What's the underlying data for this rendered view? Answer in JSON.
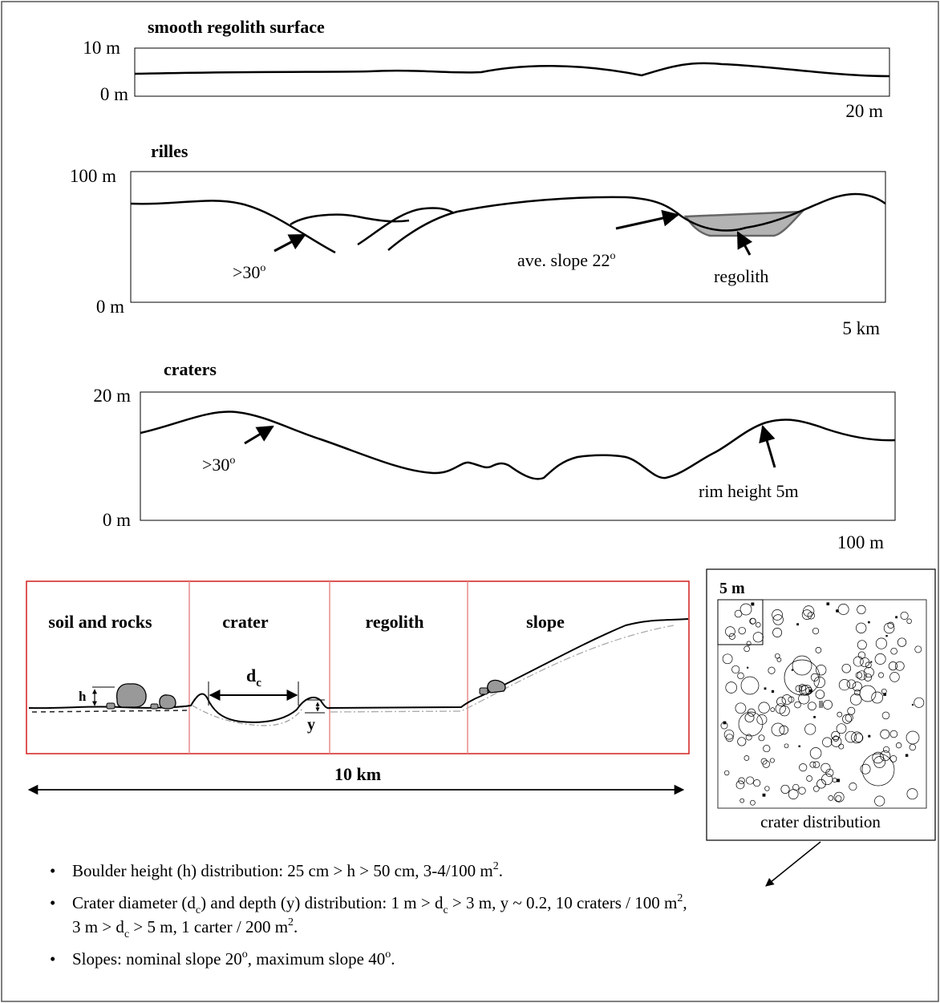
{
  "panels": {
    "smooth": {
      "title": "smooth regolith surface",
      "y_top": "10 m",
      "y_bottom": "0 m",
      "x_end": "20 m"
    },
    "rilles": {
      "title": "rilles",
      "y_top": "100 m",
      "y_bottom": "0 m",
      "x_end": "5 km",
      "annot_steep": ">30",
      "annot_slope": "ave. slope 22",
      "annot_regolith": "regolith",
      "deg": "o"
    },
    "craters": {
      "title": "craters",
      "y_top": "20 m",
      "y_bottom": "0 m",
      "x_end": "100 m",
      "annot_steep": ">30",
      "annot_rim": "rim height 5m",
      "deg": "o"
    }
  },
  "terrain": {
    "sections": [
      "soil and rocks",
      "crater",
      "regolith",
      "slope"
    ],
    "h_label": "h",
    "dc_label": "d",
    "dc_sub": "c",
    "y_label": "y",
    "scale_label": "10 km"
  },
  "inset": {
    "scale_label": "5 m",
    "caption": "crater distribution"
  },
  "bullets": {
    "b1": {
      "a": "Boulder height (h) distribution: 25 cm > h > 50 cm, 3-4/100 m",
      "sup": "2",
      "b": "."
    },
    "b2": {
      "a": "Crater diameter (d",
      "sub1": "c",
      "b": ") and depth (y) distribution: 1 m > d",
      "sub2": "c",
      "c": " > 3 m, y ~ 0.2, 10 craters / 100 m",
      "sup": "2",
      "d": ",",
      "line2a": "3 m > d",
      "sub3": "c",
      "line2b": " > 5 m, 1 carter / 200 m",
      "sup2": "2",
      "line2c": "."
    },
    "b3": {
      "a": "Slopes: nominal slope 20",
      "sup1": "o",
      "b": ", maximum slope 40",
      "sup2": "o",
      "c": "."
    }
  }
}
